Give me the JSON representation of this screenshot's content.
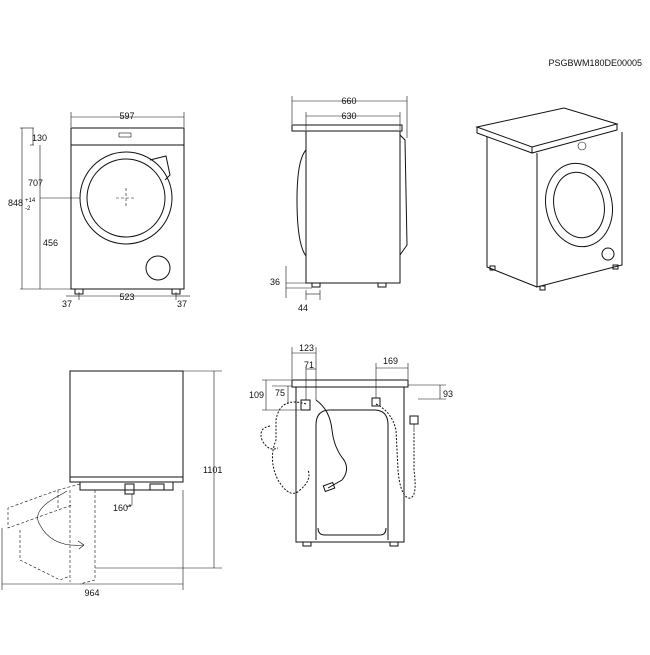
{
  "product_code": "PSGBWM180DE00005",
  "front_view": {
    "width": "597",
    "top_height": "130",
    "door_height": "707",
    "total_height": "848",
    "tolerance_plus": "+14",
    "tolerance_minus": "-2",
    "door_center_height": "456",
    "feet_span": "523",
    "left_foot": "37",
    "right_foot": "37"
  },
  "side_view": {
    "total_depth": "660",
    "body_depth": "630",
    "foot_height": "36",
    "foot_offset": "44"
  },
  "bottom_views": {
    "total_height": "1101",
    "door_open_width": "964",
    "door_angle": "160°"
  },
  "rear_view": {
    "left_width": "123",
    "left_inner": "71",
    "left_drop": "75",
    "left_height": "109",
    "right_width": "169",
    "right_height": "93"
  }
}
